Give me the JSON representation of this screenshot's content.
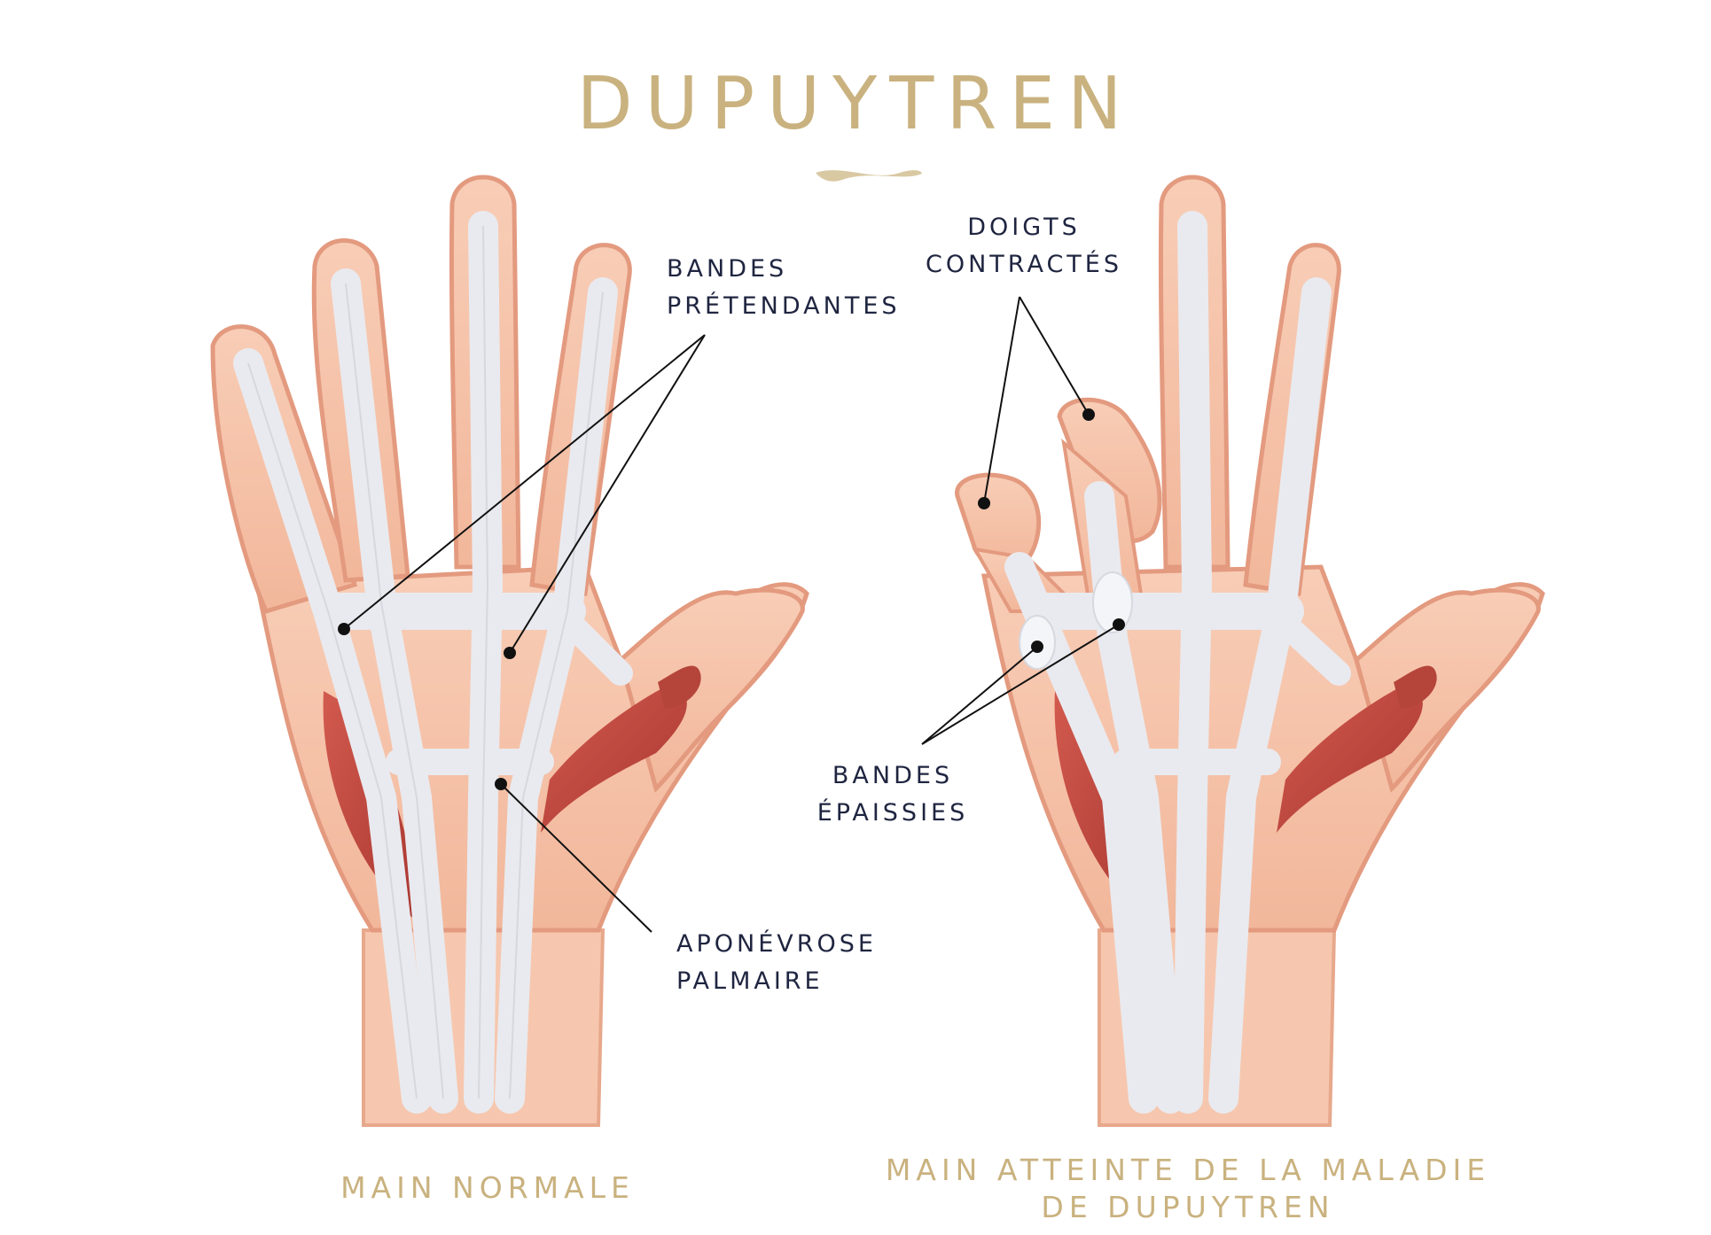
{
  "title": "DUPUYTREN",
  "labels": {
    "bandes_pretendantes": [
      "BANDES",
      "PRÉTENDANTES"
    ],
    "aponevrose_palmaire": [
      "APONÉVROSE",
      "PALMAIRE"
    ],
    "doigts_contractes": [
      "DOIGTS",
      "CONTRACTÉS"
    ],
    "bandes_epaissies": [
      "BANDES",
      "ÉPAISSIES"
    ]
  },
  "captions": {
    "normal_hand": "MAIN NORMALE",
    "affected_hand": [
      "MAIN ATTEINTE DE LA MALADIE",
      "DE DUPUYTREN"
    ]
  },
  "colors": {
    "gold": "#c9b27f",
    "skin": "#f4c1a8",
    "skin_edge": "#e39a7f",
    "tendon": "#e9eaef",
    "muscle": "#c4463f",
    "label_text": "#1f2540"
  }
}
